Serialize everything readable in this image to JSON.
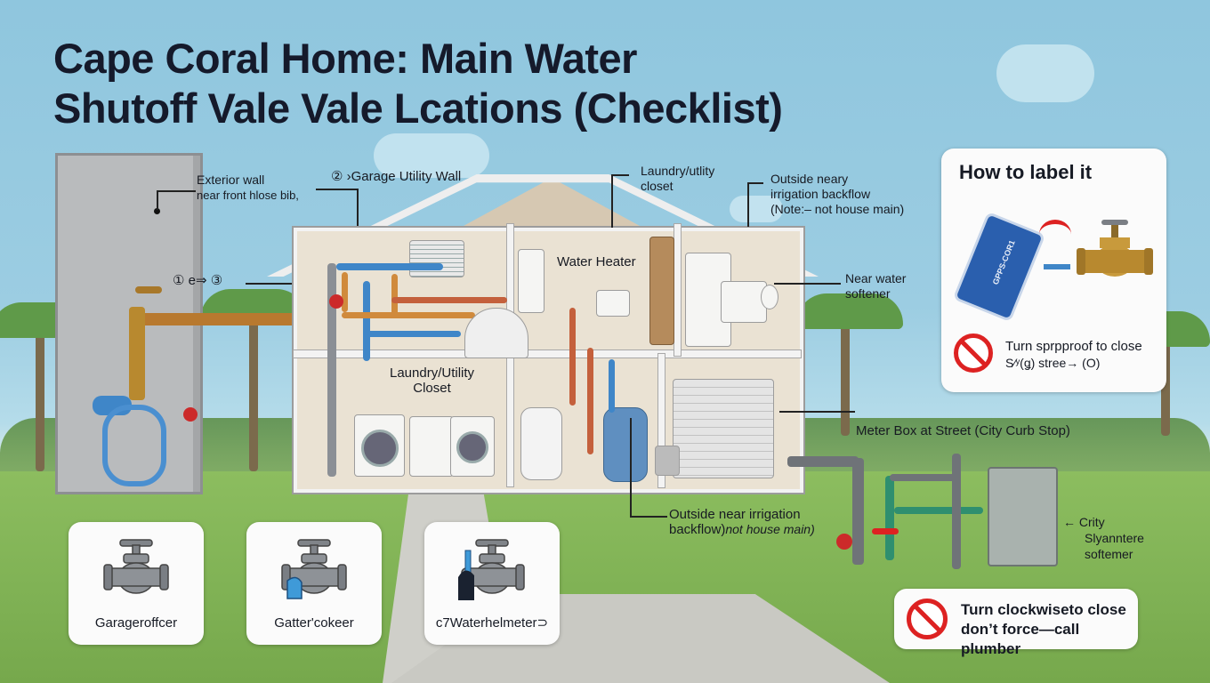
{
  "title": {
    "line1": "Cape Coral Home: Main Water",
    "line2": "Shutoff Vale Vale Lcations (Checklist)"
  },
  "callouts": {
    "exterior_wall": {
      "line1": "Exterior wall",
      "line2": "near front hlose bib,"
    },
    "garage_utility_wall": "② ›Garage Utility Wall",
    "numbered": "① e⇒  ③",
    "laundry_top": {
      "line1": "Laundry/utlity",
      "line2": "closet"
    },
    "outside_top": {
      "line1": "Outside neary",
      "line2": "irrigation backflow",
      "line3": "(Note:– not house main)"
    },
    "water_heater": "Water Heater",
    "near_softener": {
      "line1": "Near water",
      "line2": "softener"
    },
    "laundry_closet": {
      "line1": "Laundry/Utility",
      "line2": "Closet"
    },
    "meter_box": "Meter Box at Street (City Curb Stop)",
    "outside_bottom": {
      "line1": "Outside near irrigation",
      "line2": "backflow)",
      "line2_italic": "not house main)"
    },
    "city": {
      "line1": "← Crity",
      "line2": "Slyanntere",
      "line3": "softemer"
    }
  },
  "howto_card": {
    "title": "How to label it",
    "tag_text": "GPPS-COR1",
    "line1": "Turn sprpproof to close",
    "line2": "S⁄ʸ(ǥ) stree→ (O)",
    "icons": [
      "tag-icon",
      "red-arrow-icon",
      "blue-arrow-icon",
      "brass-valve-icon",
      "no-force-icon"
    ]
  },
  "valve_cards": [
    {
      "label": "Garageroffcer",
      "icon": "gate-valve-icon"
    },
    {
      "label": "Gatter'cokeer",
      "icon": "gate-valve-with-tag-icon"
    },
    {
      "label": "c7Waterhelmeter⊃",
      "icon": "gate-valve-with-key-icon"
    }
  ],
  "warning_card": {
    "line1": "Turn clockwiseto close",
    "line2": "don’t force—call plumber",
    "icon": "no-force-icon"
  },
  "colors": {
    "sky": "#9ccde2",
    "grass": "#7fb154",
    "title": "#151a2b",
    "copper_pipe": "#c46a3c",
    "blue_pipe": "#3f86c8",
    "brass": "#b8892f",
    "no_sign_red": "#d22222",
    "tag_blue": "#2a5fae"
  }
}
